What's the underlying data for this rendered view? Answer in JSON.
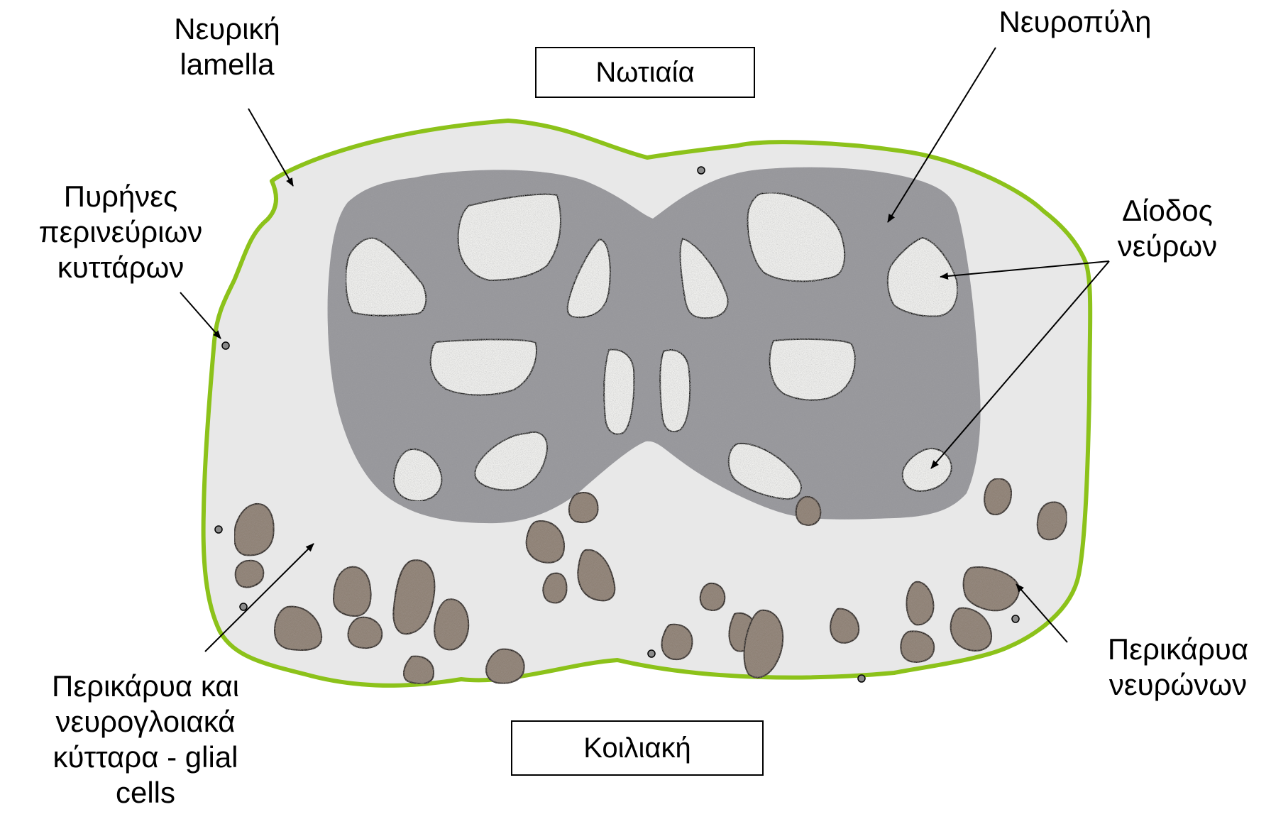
{
  "labels": {
    "neural_lamella": [
      "Νευρική",
      "lamella"
    ],
    "neuropile": "Νευροπύλη",
    "dorsal": "Νωτιαία",
    "perineurial_nuclei": [
      "Πυρήνες",
      "περινεύριων",
      "κυττάρων"
    ],
    "nerve_passage": [
      "Δίοδος",
      "νεύρων"
    ],
    "perikarya_glia": [
      "Περικάρυα και",
      "νευρογλοιακά",
      "κύτταρα - glial",
      "cells"
    ],
    "ventral": "Κοιλιακή",
    "neuron_perikarya": [
      "Περικάρυα",
      "νευρώνων"
    ]
  },
  "colors": {
    "lamella": "#8cc21a",
    "ganglion_fill": "#e8e8e8",
    "neuropile": "#9a9a9e",
    "tract_fill": "#efefed",
    "perikaryon": "#8c7f72"
  }
}
